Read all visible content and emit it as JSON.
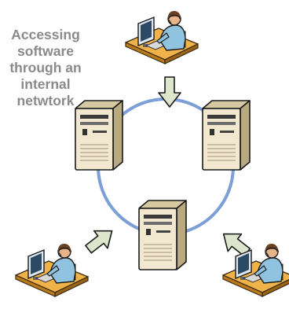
{
  "caption": {
    "lines": [
      "Accessing",
      "software",
      "through an",
      "internal",
      "netwtork"
    ]
  },
  "colors": {
    "network_ring": "#7b9fd6",
    "server_front": "#f1e8cf",
    "server_side": "#b9a97f",
    "server_top": "#d6c9a2",
    "arrow_fill": "#dde6cc",
    "caption_text": "#8a8a8a"
  },
  "diagram": {
    "nodes": [
      {
        "kind": "workstation-icon",
        "label": ""
      },
      {
        "kind": "server-icon",
        "label": ""
      },
      {
        "kind": "server-icon",
        "label": ""
      },
      {
        "kind": "server-icon",
        "label": ""
      },
      {
        "kind": "workstation-icon",
        "label": ""
      },
      {
        "kind": "workstation-icon",
        "label": ""
      }
    ],
    "edges": [
      {
        "kind": "arrow",
        "from": "workstation-top",
        "to": "network"
      },
      {
        "kind": "arrow",
        "from": "workstation-bottom-left",
        "to": "network"
      },
      {
        "kind": "arrow",
        "from": "workstation-bottom-right",
        "to": "network"
      }
    ]
  }
}
